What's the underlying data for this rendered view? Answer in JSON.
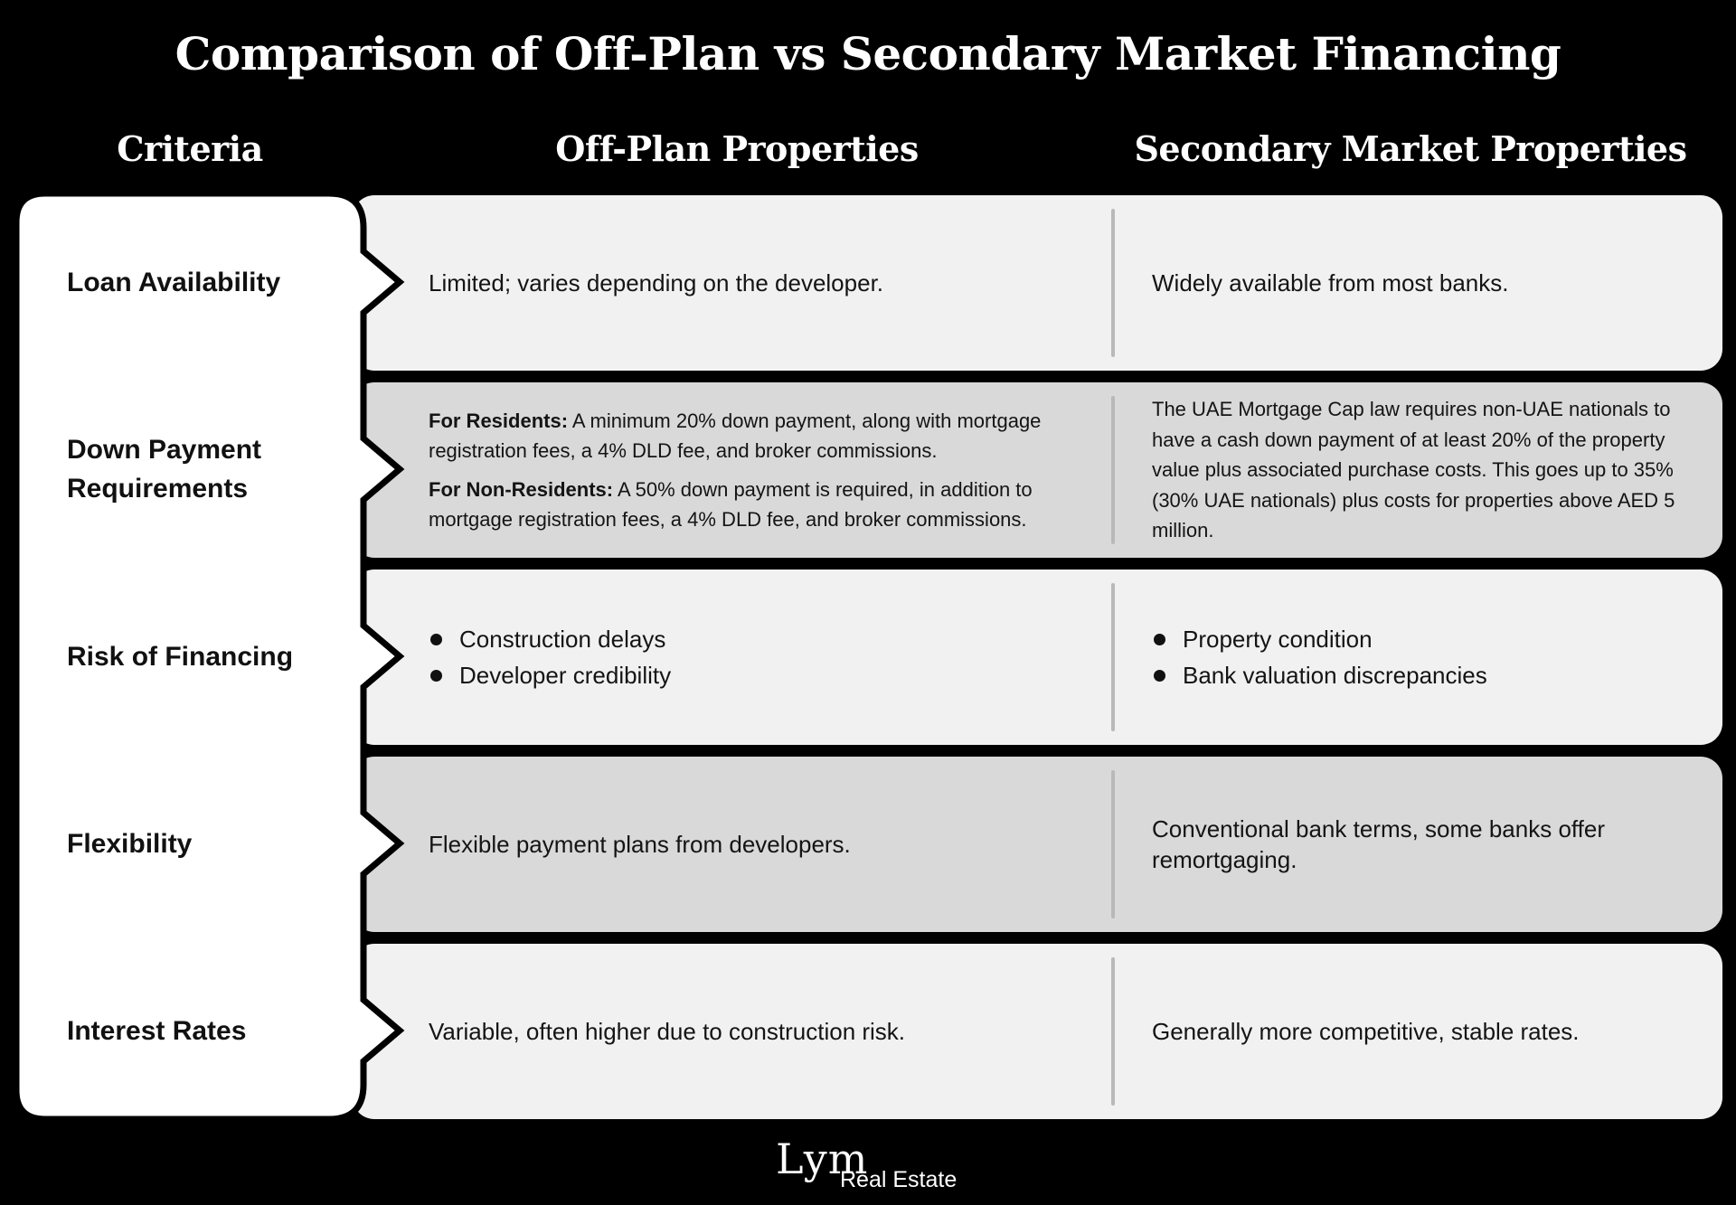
{
  "title": "Comparison of Off-Plan vs Secondary Market Financing",
  "headers": {
    "criteria": "Criteria",
    "off_plan": "Off-Plan Properties",
    "secondary": "Secondary Market Properties"
  },
  "rows": [
    {
      "criterion": "Loan Availability",
      "off_plan": "Limited; varies depending on the developer.",
      "secondary": "Widely available from most banks."
    },
    {
      "criterion": "Down Payment Requirements",
      "off_plan_residents_label": "For Residents:",
      "off_plan_residents_text": " A minimum 20% down payment, along with mortgage registration fees, a 4% DLD fee, and broker commissions.",
      "off_plan_nonresidents_label": "For Non-Residents:",
      "off_plan_nonresidents_text": " A 50% down payment is required, in addition to mortgage registration fees, a 4% DLD fee, and broker commissions.",
      "secondary": "The UAE Mortgage Cap law requires non-UAE nationals to have a cash down payment of at least 20% of the property value plus associated purchase costs. This goes up to 35% (30% UAE nationals) plus costs for properties above AED 5 million."
    },
    {
      "criterion": "Risk of Financing",
      "off_plan_bullets": [
        "Construction delays",
        "Developer credibility"
      ],
      "secondary_bullets": [
        "Property condition",
        "Bank valuation discrepancies"
      ]
    },
    {
      "criterion": "Flexibility",
      "off_plan": "Flexible payment plans from developers.",
      "secondary": "Conventional bank terms, some banks offer remortgaging."
    },
    {
      "criterion": "Interest Rates",
      "off_plan": "Variable, often higher due to construction risk.",
      "secondary": "Generally more competitive, stable rates."
    }
  ],
  "logo": {
    "mark": "Lym",
    "subtitle": "Real Estate"
  },
  "colors": {
    "background": "#000000",
    "row_light": "#f1f1f1",
    "row_dark": "#d9d9d9",
    "criteria_panel": "#ffffff"
  }
}
